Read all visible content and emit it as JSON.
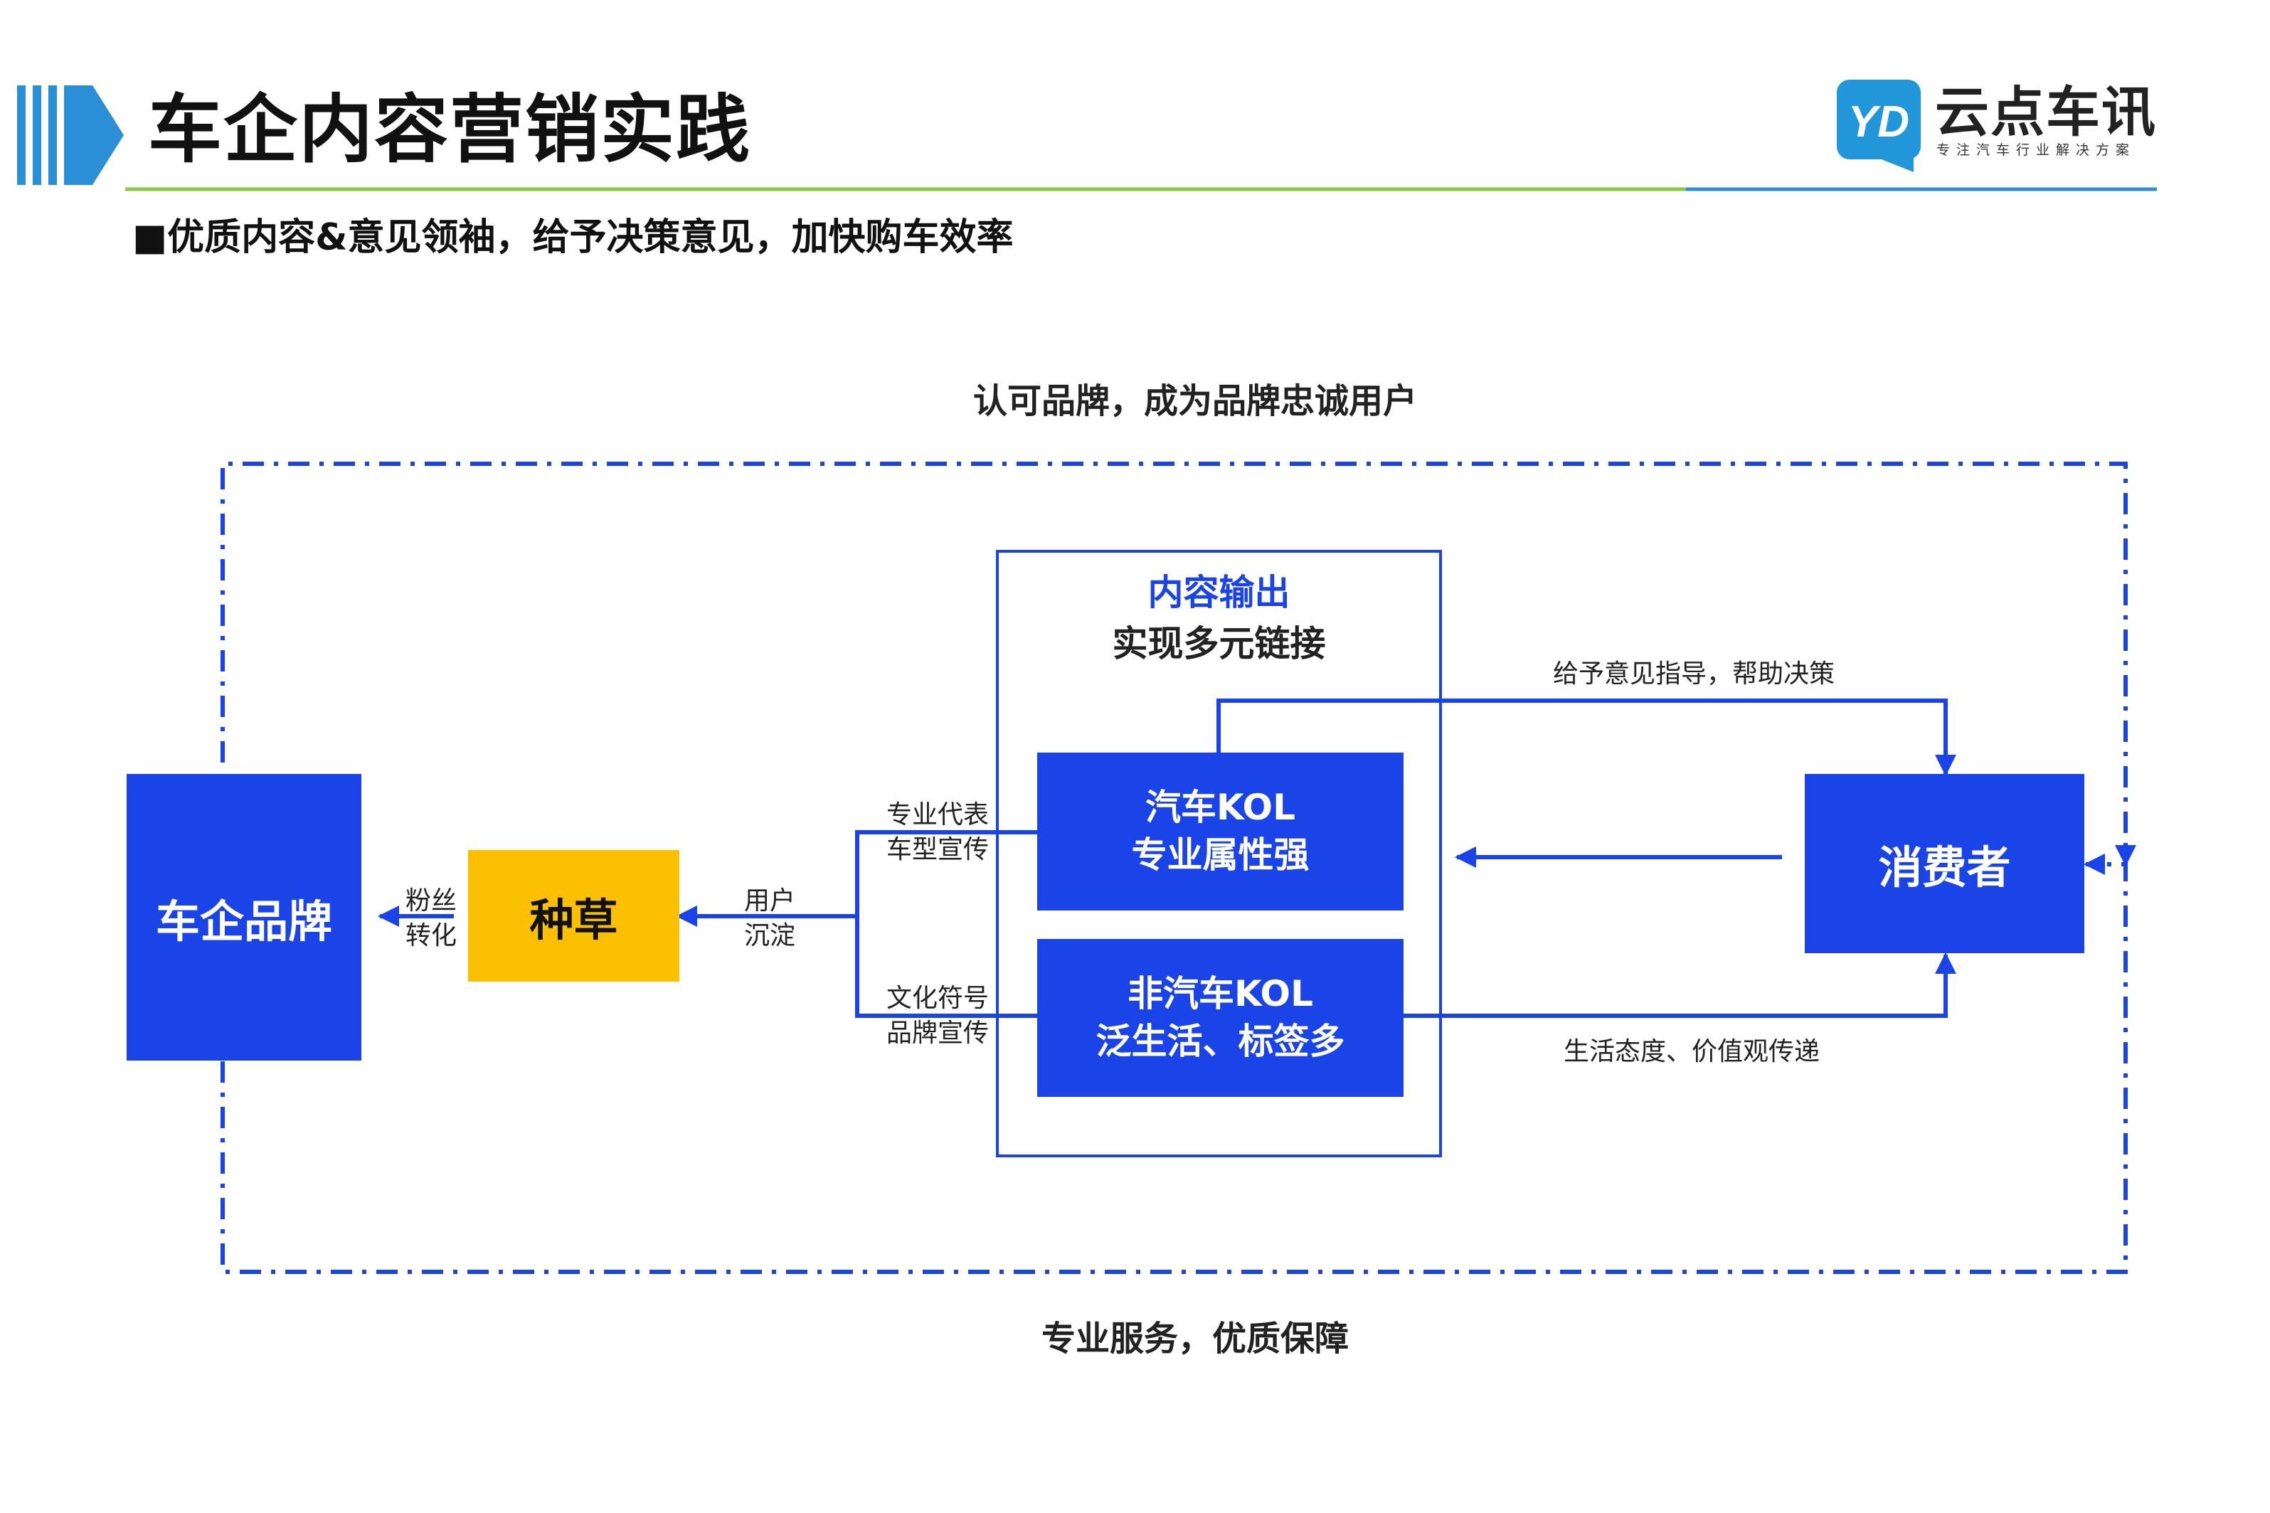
{
  "header": {
    "title": "车企内容营销实践",
    "subtitle": "■优质内容&意见领袖，给予决策意见，加快购车效率"
  },
  "logo": {
    "mark_text": "YD",
    "name": "云点车讯",
    "slogan": "专注汽车行业解决方案"
  },
  "colors": {
    "accent_blue": "#1a43e8",
    "yellow": "#fbc002",
    "header_green": "#8dc63f",
    "header_blue": "#2a8fd6"
  },
  "diagram": {
    "loop_top_label": "认可品牌，成为品牌忠诚用户",
    "loop_bottom_label": "专业服务，优质保障",
    "nodes": {
      "brand": "车企品牌",
      "seeding": "种草",
      "content_title": "内容输出",
      "content_subtitle": "实现多元链接",
      "car_kol_line1": "汽车KOL",
      "car_kol_line2": "专业属性强",
      "noncar_kol_line1": "非汽车KOL",
      "noncar_kol_line2": "泛生活、标签多",
      "consumer": "消费者"
    },
    "edges": {
      "fans_line1": "粉丝",
      "fans_line2": "转化",
      "user_line1": "用户",
      "user_line2": "沉淀",
      "pro_line1": "专业代表",
      "pro_line2": "车型宣传",
      "culture_line1": "文化符号",
      "culture_line2": "品牌宣传",
      "advice": "给予意见指导，帮助决策",
      "life": "生活态度、价值观传递"
    }
  }
}
